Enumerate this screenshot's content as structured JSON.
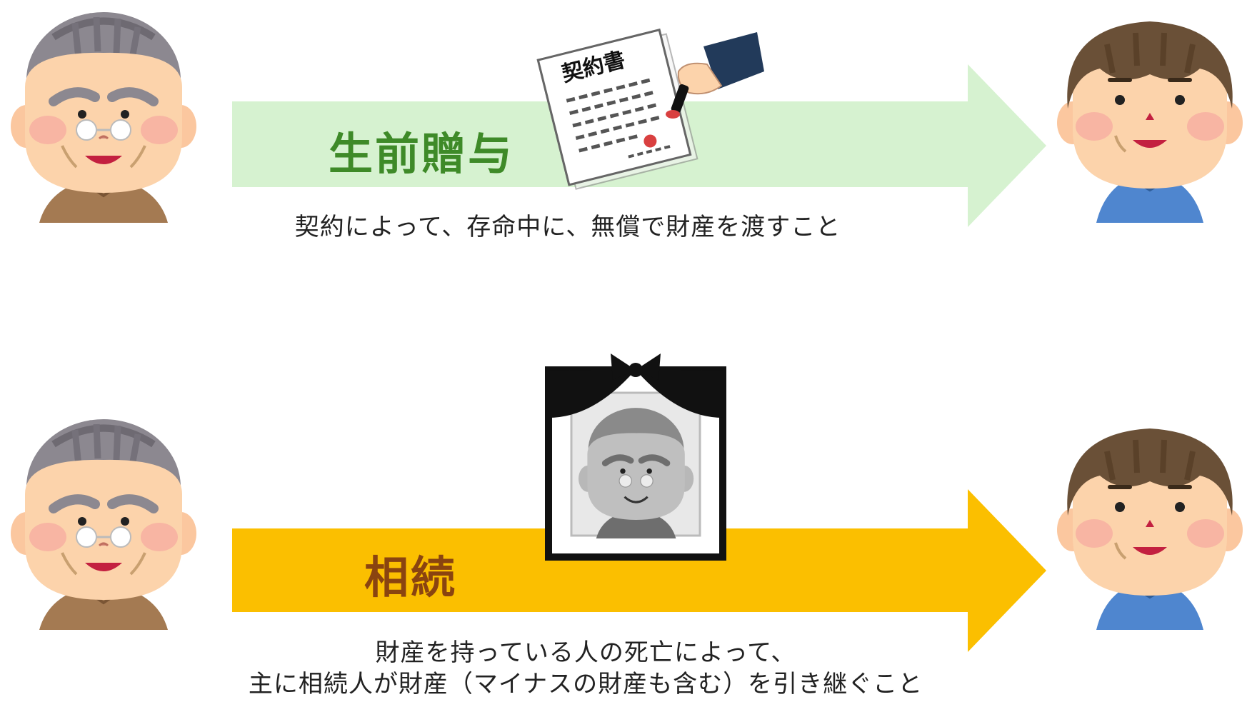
{
  "colors": {
    "gift_arrow": "#d6f2d0",
    "gift_label": "#3e8a28",
    "inheritance_arrow": "#fbbf00",
    "inheritance_label": "#8a4410"
  },
  "gift_row": {
    "label": "生前贈与",
    "description": "契約によって、存命中に、無償で財産を渡すこと",
    "document_title": "契約書",
    "giver_icon": "elderly-man-icon",
    "receiver_icon": "young-man-icon",
    "document_icon": "contract-stamp-icon"
  },
  "inheritance_row": {
    "label": "相続",
    "description_line1": "財産を持っている人の死亡によって、",
    "description_line2": "主に相続人が財産（マイナスの財産も含む）を引き継ぐこと",
    "giver_icon": "elderly-man-icon",
    "receiver_icon": "young-man-icon",
    "memorial_icon": "memorial-portrait-icon"
  }
}
